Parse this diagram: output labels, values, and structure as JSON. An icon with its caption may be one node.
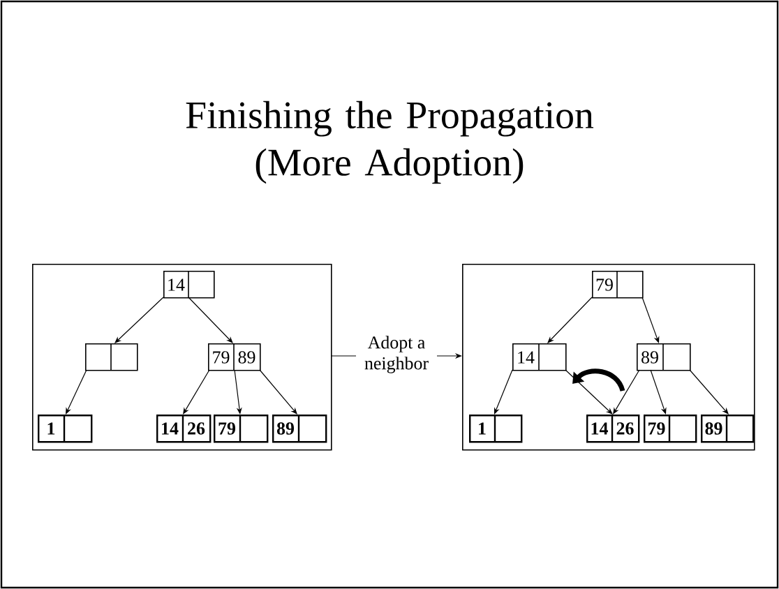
{
  "diagram": {
    "title": "Finishing the Propagation (More Adoption)",
    "nodes": [
      {
        "text": [],
        "shape": "box"
      },
      {
        "text": [],
        "shape": "box"
      },
      {
        "text": [
          "14"
        ],
        "in": 0
      },
      {
        "text": [],
        "shape": "box",
        "in": 0
      },
      {
        "text": [
          "79",
          "89"
        ],
        "in": 0
      },
      {
        "text": [
          "1"
        ],
        "in": 0
      },
      {
        "text": [
          "14",
          "26"
        ],
        "in": 0
      },
      {
        "text": [
          "79"
        ],
        "in": 0
      },
      {
        "text": [
          "89"
        ],
        "in": 0
      },
      {
        "text": [
          "79"
        ],
        "in": 1
      },
      {
        "text": [
          "14"
        ],
        "in": 1
      },
      {
        "text": [
          "89"
        ],
        "in": 1
      },
      {
        "text": [
          "1"
        ],
        "in": 1
      },
      {
        "text": [
          "14",
          "26"
        ],
        "in": 1
      },
      {
        "text": [
          "79"
        ],
        "in": 1
      },
      {
        "text": [
          "89"
        ],
        "in": 1
      }
    ],
    "edges": [
      {
        "from": 0,
        "to": 1,
        "arrow": "to",
        "label": "Adopt a neighbor"
      },
      {
        "from": 2,
        "to": 3,
        "arrow": "to"
      },
      {
        "from": 2,
        "to": 4,
        "arrow": "to"
      },
      {
        "from": 3,
        "to": 5,
        "arrow": "to"
      },
      {
        "from": 4,
        "to": 6,
        "arrow": "to"
      },
      {
        "from": 4,
        "to": 7,
        "arrow": "to"
      },
      {
        "from": 4,
        "to": 8,
        "arrow": "to"
      },
      {
        "from": 9,
        "to": 10,
        "arrow": "to"
      },
      {
        "from": 9,
        "to": 11,
        "arrow": "to"
      },
      {
        "from": 10,
        "to": 12,
        "arrow": "to"
      },
      {
        "from": 10,
        "to": 13,
        "arrow": "to"
      },
      {
        "from": 11,
        "to": 13,
        "arrow": "to"
      },
      {
        "from": 11,
        "to": 14,
        "arrow": "to"
      },
      {
        "from": 11,
        "to": 15,
        "arrow": "to"
      }
    ]
  }
}
